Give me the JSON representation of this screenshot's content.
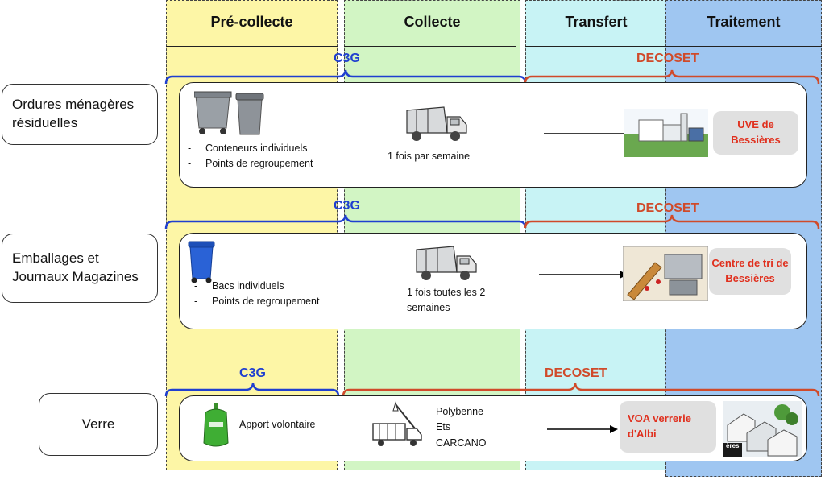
{
  "columns": [
    {
      "title": "Pré-collecte",
      "color": "#fdf6a6"
    },
    {
      "title": "Collecte",
      "color": "#d2f5c4"
    },
    {
      "title": "Transfert",
      "color": "#c8f3f5"
    },
    {
      "title": "Traitement",
      "color": "#9fc6f1"
    }
  ],
  "operators": {
    "c3g": "C3G",
    "decoset": "DECOSET",
    "c3g_color": "#1f3fd0",
    "decoset_color": "#d04a2a"
  },
  "rows": [
    {
      "label": "Ordures ménagères résiduelles",
      "precollecte": [
        "Conteneurs individuels",
        "Points de regroupement"
      ],
      "collecte": "1 fois par semaine",
      "destination": "UVE de Bessières"
    },
    {
      "label": "Emballages et Journaux Magazines",
      "precollecte": [
        "Bacs individuels",
        "Points de regroupement"
      ],
      "collecte": "1 fois toutes les 2 semaines",
      "destination": "Centre de tri de Bessières"
    },
    {
      "label": "Verre",
      "precollecte": [
        "Apport volontaire"
      ],
      "collecte": "Polybenne Ets CARCANO",
      "destination": "VOA verrerie d'Albi"
    }
  ],
  "icons": {
    "bin": "wheelie-bins-icon",
    "truck": "garbage-truck-icon",
    "plant": "incineration-plant-icon",
    "sorting": "sorting-center-icon",
    "glass": "glass-bank-icon",
    "skip": "skip-truck-icon",
    "factory": "glass-factory-icon"
  },
  "factory_caption": "ères"
}
